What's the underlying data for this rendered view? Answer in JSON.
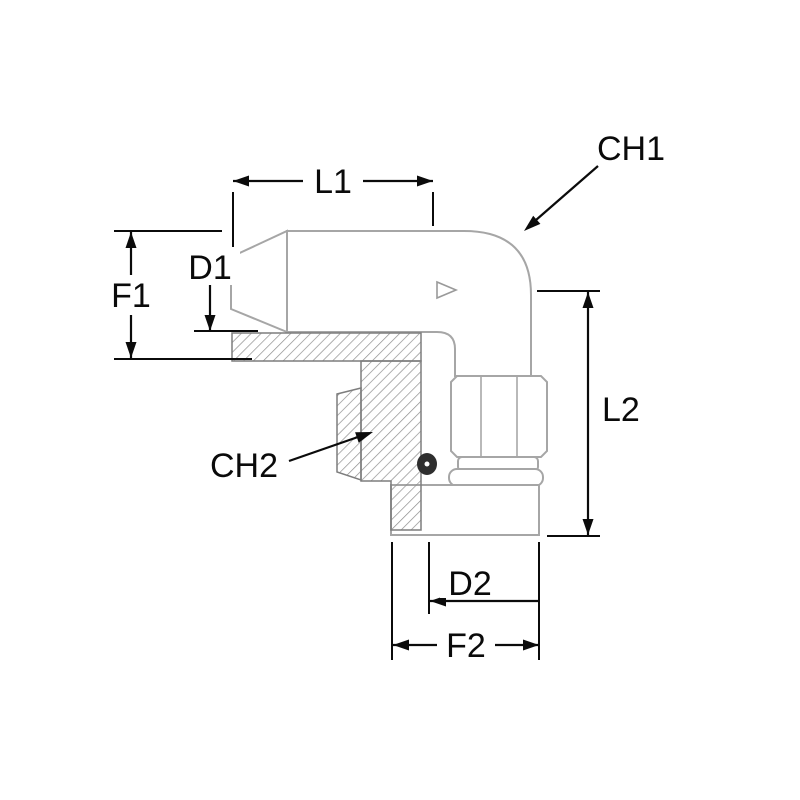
{
  "page": {
    "background": "#ffffff"
  },
  "diagram": {
    "type": "technical-drawing",
    "subject": "90 degree male elbow hydraulic adapter, dimensioned outline with partial cross-section",
    "labels": {
      "l1": "L1",
      "ch1": "CH1",
      "d1": "D1",
      "f1": "F1",
      "l2": "L2",
      "ch2": "CH2",
      "d2": "D2",
      "f2": "F2"
    },
    "colors": {
      "body_outline": "#a6a6a6",
      "section_hatch": "#8e8e8e",
      "dimension": "#0b0b0b",
      "o_ring": "#2e2e2e",
      "background": "#ffffff"
    }
  }
}
